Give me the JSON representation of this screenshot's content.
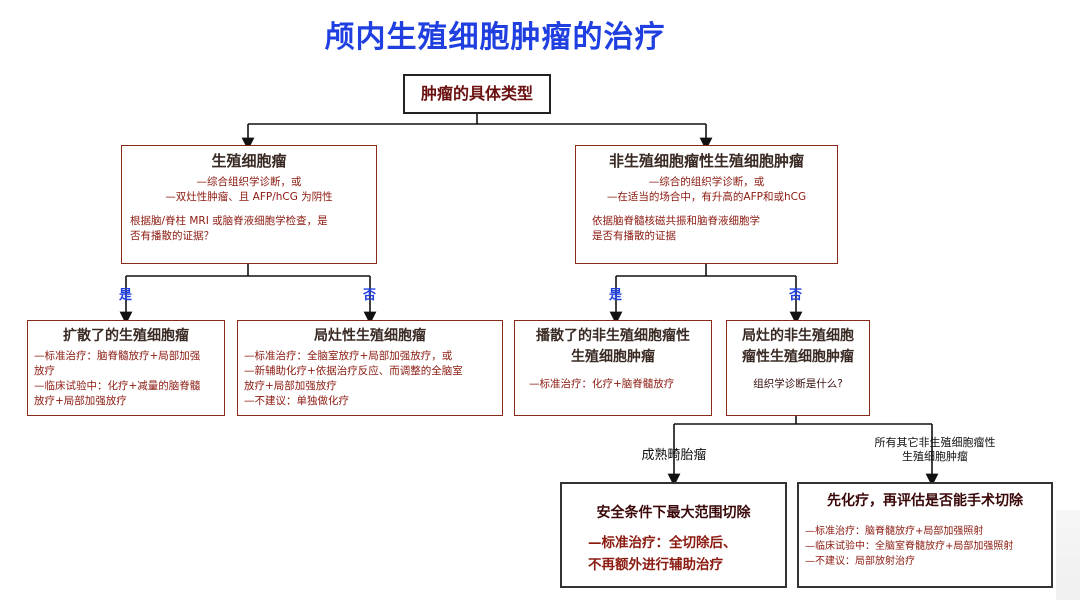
{
  "title": "颅内生殖细胞肿瘤的治疗",
  "root": "肿瘤的具体类型",
  "left": {
    "title": "生殖细胞瘤",
    "lines": [
      "—综合组织学诊断，或",
      "—双灶性肿瘤、且 AFP/hCG 为阴性"
    ],
    "question": [
      "根据脑/脊柱 MRI 或脑脊液细胞学检查，是",
      "否有播散的证据？"
    ],
    "yes": "是",
    "no": "否",
    "yes_box": {
      "title": "扩散了的生殖细胞瘤",
      "lines": [
        "—标准治疗：脑脊髓放疗+局部加强",
        "放疗",
        "—临床试验中：化疗+减量的脑脊髓",
        "放疗+局部加强放疗"
      ]
    },
    "no_box": {
      "title": "局灶性生殖细胞瘤",
      "lines": [
        "—标准治疗：全脑室放疗+局部加强放疗，或",
        "—新辅助化疗+依据治疗反应、而调整的全脑室",
        "放疗+局部加强放疗",
        "—不建议：单独做化疗"
      ]
    }
  },
  "right": {
    "title": "非生殖细胞瘤性生殖细胞肿瘤",
    "lines": [
      "—综合的组织学诊断，或",
      "—在适当的场合中，有升高的AFP和或hCG"
    ],
    "question": [
      "依据脑脊髓核磁共振和脑脊液细胞学",
      "是否有播散的证据"
    ],
    "yes": "是",
    "no": "否",
    "yes_box": {
      "title": [
        "播散了的非生殖细胞瘤性",
        "生殖细胞肿瘤"
      ],
      "lines": [
        "—标准治疗：化疗+脑脊髓放疗"
      ]
    },
    "no_box": {
      "title": [
        "局灶的非生殖细胞",
        "瘤性生殖细胞肿瘤"
      ],
      "question": "组织学诊断是什么?"
    },
    "branch_left": "成熟畸胎瘤",
    "branch_right": [
      "所有其它非生殖细胞瘤性",
      "生殖细胞肿瘤"
    ],
    "teratoma_box": {
      "title": "安全条件下最大范围切除",
      "lines": [
        "—标准治疗：全切除后、",
        "不再额外进行辅助治疗"
      ]
    },
    "other_box": {
      "title": "先化疗，再评估是否能手术切除",
      "lines": [
        "—标准治疗：脑脊髓放疗+局部加强照射",
        "—临床试验中：全脑室脊髓放疗+局部加强照射",
        "—不建议：局部放射治疗"
      ]
    }
  }
}
